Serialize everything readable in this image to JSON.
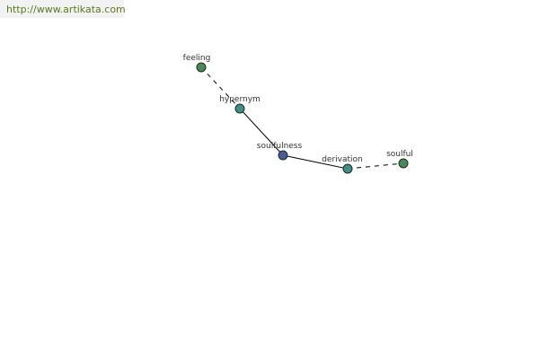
{
  "source": {
    "url_text": "http://www.artikata.com",
    "color": "#5a7a1e"
  },
  "colors": {
    "node_leaf": "#4b8a55",
    "node_relation": "#3f8f86",
    "node_center": "#4b5a9a",
    "edge": "#000000"
  },
  "graph": {
    "nodes": [
      {
        "id": "feeling",
        "label": "feeling",
        "kind": "leaf"
      },
      {
        "id": "hypernym",
        "label": "hypernym",
        "kind": "relation"
      },
      {
        "id": "soulfulness",
        "label": "soulfulness",
        "kind": "center"
      },
      {
        "id": "derivation",
        "label": "derivation",
        "kind": "relation"
      },
      {
        "id": "soulful",
        "label": "soulful",
        "kind": "leaf"
      }
    ],
    "edges": [
      {
        "from": "feeling",
        "to": "hypernym",
        "style": "dashed"
      },
      {
        "from": "hypernym",
        "to": "soulfulness",
        "style": "solid"
      },
      {
        "from": "soulfulness",
        "to": "derivation",
        "style": "solid"
      },
      {
        "from": "derivation",
        "to": "soulful",
        "style": "dashed"
      }
    ]
  }
}
